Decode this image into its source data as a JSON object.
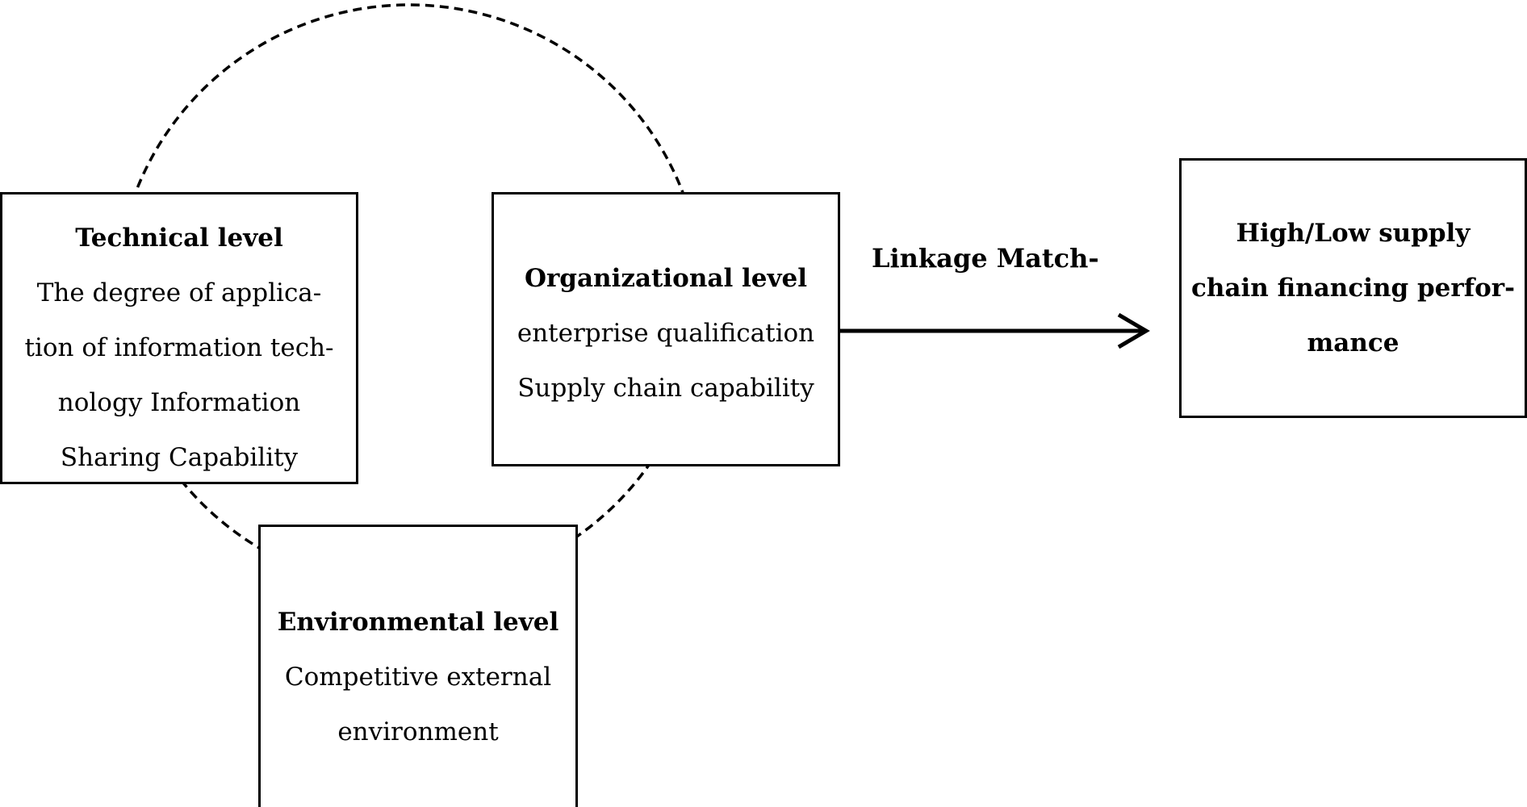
{
  "technical": {
    "title": "Technical level",
    "lines": [
      "The degree of applica-",
      "tion of information tech-",
      "nology Information",
      "Sharing Capability"
    ]
  },
  "organizational": {
    "title": "Organizational level",
    "lines": [
      "enterprise qualification",
      "Supply chain capability"
    ]
  },
  "environmental": {
    "title": "Environmental level",
    "lines": [
      "Competitive external",
      "environment"
    ]
  },
  "performance": {
    "lines": [
      "High/Low supply",
      "chain financing perfor-",
      "mance"
    ]
  },
  "arrow": {
    "label": "Linkage Match-"
  }
}
